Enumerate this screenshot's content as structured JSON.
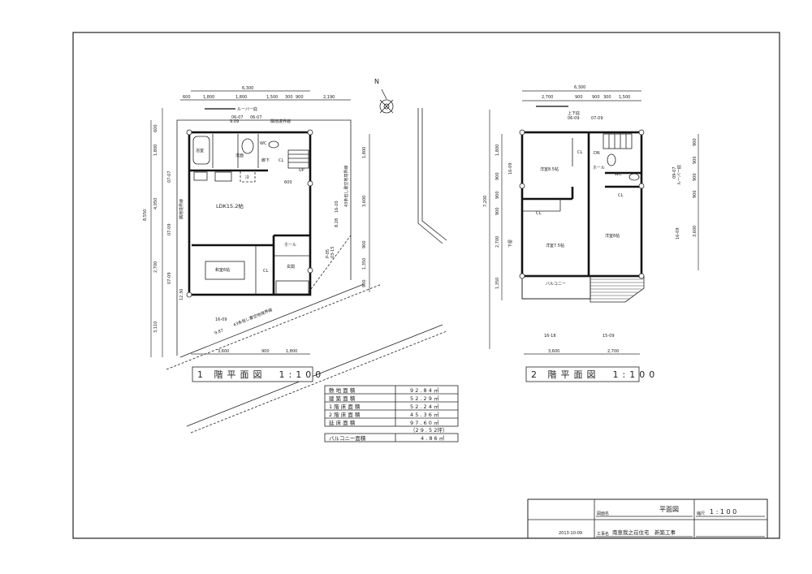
{
  "sheet": {
    "north_label": "N",
    "floor1": {
      "title": "1 階平面図　1:100",
      "rooms": {
        "bath": "浴室",
        "wash": "洗面",
        "wc": "WC",
        "hall_corridor": "廊下",
        "cl": "CL",
        "fridge": "冷",
        "ldk": "LDK15.2帖",
        "washitsu": "和室6帖",
        "cl2": "CL",
        "hall": "ホール",
        "genkan": "玄関",
        "up": "UP"
      },
      "dims_top": [
        "6,300",
        "600",
        "1,800",
        "1,800",
        "1,500",
        "300",
        "900",
        "2,190"
      ],
      "dims_left": [
        "600",
        "1,800",
        "8,550",
        "4,050",
        "2,700",
        "3,110"
      ],
      "dims_right": [
        "1,800",
        "3,600",
        "900",
        "1,350",
        "900"
      ],
      "dims_bottom": [
        "3,600",
        "900",
        "1,800"
      ],
      "dim_600": "600",
      "boundary_labels": {
        "north": "隣地境界線",
        "west": "隣地境界線",
        "east": "43条但し書空地境界線",
        "south": "43条但し書空地境界線",
        "eave": "ルーバー庇"
      },
      "site_lengths": {
        "north": "9.09",
        "east": "8.28",
        "west": "12.30",
        "south": "9.87"
      },
      "heights": [
        "06-07",
        "06-07",
        "07-07",
        "07-09",
        "07-09",
        "16-20",
        "16-09",
        "P-05",
        "03-15"
      ]
    },
    "floor2": {
      "title": "2 階平面図　1:100",
      "rooms": {
        "western85": "洋室8.5帖",
        "hall": "ホール",
        "wc": "WC",
        "cl_a": "CL",
        "cl_b": "CL",
        "cl_c": "CL",
        "western75": "洋室7.5帖",
        "western6": "洋室6帖",
        "balcony": "バルコニー",
        "dn": "DN"
      },
      "dims_top": [
        "6,300",
        "2,700",
        "900",
        "900",
        "300",
        "1,500"
      ],
      "dims_left": [
        "1,800",
        "900",
        "7,200",
        "900",
        "900",
        "2,700",
        "1,350"
      ],
      "dims_right": [
        "900",
        "900",
        "900",
        "900",
        "3,600"
      ],
      "dims_bottom": [
        "3,600",
        "2,700"
      ],
      "labels": {
        "upper_eave": "上下庇",
        "eave_right": "ルーバー庇",
        "lower_eave": "下屋"
      },
      "heights": [
        "06-09",
        "07-09",
        "16-09",
        "16-18",
        "15-09",
        "16-09",
        "09-07"
      ]
    },
    "area_table": {
      "rows": [
        {
          "label": "敷 地 面 積",
          "value": "9 2 . 8 4 ㎡"
        },
        {
          "label": "建 築 面 積",
          "value": "5 2 . 2 9 ㎡"
        },
        {
          "label": "1 階 床 面 積",
          "value": "5 2 . 2 4 ㎡"
        },
        {
          "label": "2 階 床 面 積",
          "value": "4 5 . 3 6 ㎡"
        },
        {
          "label": "延 床 面 積",
          "value": "9 7 . 6 0 ㎡"
        }
      ],
      "tsubo": "（2 9 . 5 2坪）",
      "balcony": {
        "label": "バルコニー面積",
        "value": "4 . 8 6 ㎡"
      }
    },
    "title_block": {
      "drawing_name_label": "図面名",
      "drawing_name": "平面図",
      "scale_label": "縮尺",
      "scale": "1 : 1 0 0",
      "date": "2013-10-09",
      "project_label": "工事名",
      "project": "南恵我之荘住宅　新築工事"
    }
  }
}
